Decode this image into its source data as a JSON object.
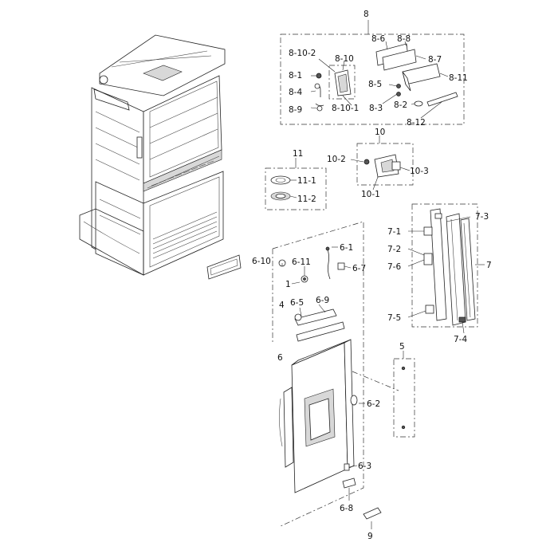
{
  "labels": {
    "l8": "8",
    "l8_6": "8-6",
    "l8_8": "8-8",
    "l8_10_2": "8-10-2",
    "l8_10": "8-10",
    "l8_7": "8-7",
    "l8_1": "8-1",
    "l8_5": "8-5",
    "l8_11": "8-11",
    "l8_4": "8-4",
    "l8_2": "8-2",
    "l8_9": "8-9",
    "l8_10_1": "8-10-1",
    "l8_3": "8-3",
    "l8_12": "8-12",
    "l10": "10",
    "l10_2": "10-2",
    "l10_3": "10-3",
    "l10_1": "10-1",
    "l11": "11",
    "l11_1": "11-1",
    "l11_2": "11-2",
    "l7_3": "7-3",
    "l7_1": "7-1",
    "l7_2": "7-2",
    "l7_6": "7-6",
    "l7": "7",
    "l7_5": "7-5",
    "l7_4": "7-4",
    "l6_1": "6-1",
    "l6_10": "6-10",
    "l6_11": "6-11",
    "l6_7": "6-7",
    "l1": "1",
    "l4": "4",
    "l6_5": "6-5",
    "l6_9": "6-9",
    "l6": "6",
    "l5": "5",
    "l6_2": "6-2",
    "l6_3": "6-3",
    "l6_8": "6-8",
    "l9": "9"
  }
}
